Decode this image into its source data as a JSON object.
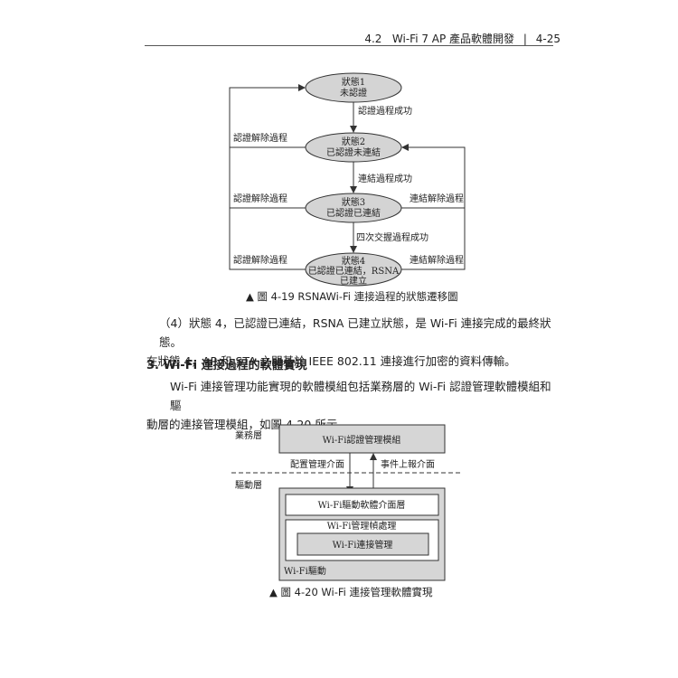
{
  "header": {
    "section": "4.2",
    "title": "Wi-Fi 7 AP 產品軟體開發",
    "separator": "|",
    "page": "4-25"
  },
  "figure1": {
    "states": [
      {
        "line1": "狀態1",
        "line2": "未認證",
        "line3": ""
      },
      {
        "line1": "狀態2",
        "line2": "已認證未連結",
        "line3": ""
      },
      {
        "line1": "狀態3",
        "line2": "已認證已連結",
        "line3": ""
      },
      {
        "line1": "狀態4",
        "line2": "已認證已連結，RSNA",
        "line3": "已建立"
      }
    ],
    "transitions": {
      "auth_success": "認證過程成功",
      "assoc_success": "連結過程成功",
      "handshake_success": "四次交握過程成功",
      "deauth_left_1": "認證解除過程",
      "deauth_left_2": "認證解除過程",
      "deauth_left_3": "認證解除過程",
      "disassoc_right_1": "連結解除過程",
      "disassoc_right_2": "連結解除過程"
    },
    "caption": "▲ 圖 4-19  RSNAWi-Fi 連接過程的狀態遷移圖"
  },
  "para1": {
    "line1": "（4）狀態 4，已認證已連結，RSNA 已建立狀態，是 Wi-Fi 連接完成的最終狀態。",
    "line2": "在狀態 4，AP 和 STA 之間基於 IEEE 802.11 連接進行加密的資料傳輸。"
  },
  "section3": {
    "heading": "3. Wi-Fi 連接過程的軟體實現"
  },
  "para2": {
    "line1": "Wi-Fi 連接管理功能實現的軟體模組包括業務層的 Wi-Fi 認證管理軟體模組和驅",
    "line2": "動層的連接管理模組，如圖 4-20 所示。"
  },
  "figure2": {
    "layer_business": "業務層",
    "layer_driver": "驅動層",
    "auth_module": "Wi-Fi認證管理模組",
    "config_interface": "配置管理介面",
    "event_interface": "事件上報介面",
    "driver_interface_layer": "Wi-Fi驅動軟體介面層",
    "frame_processing": "Wi-Fi管理幀處理",
    "connection_mgmt": "Wi-Fi連接管理",
    "driver_label": "Wi-Fi驅動",
    "caption": "▲ 圖 4-20  Wi-Fi 連接管理軟體實現"
  },
  "colors": {
    "state_fill": "#d4d4d4",
    "box_fill": "#d6d6d6",
    "line": "#333333"
  }
}
